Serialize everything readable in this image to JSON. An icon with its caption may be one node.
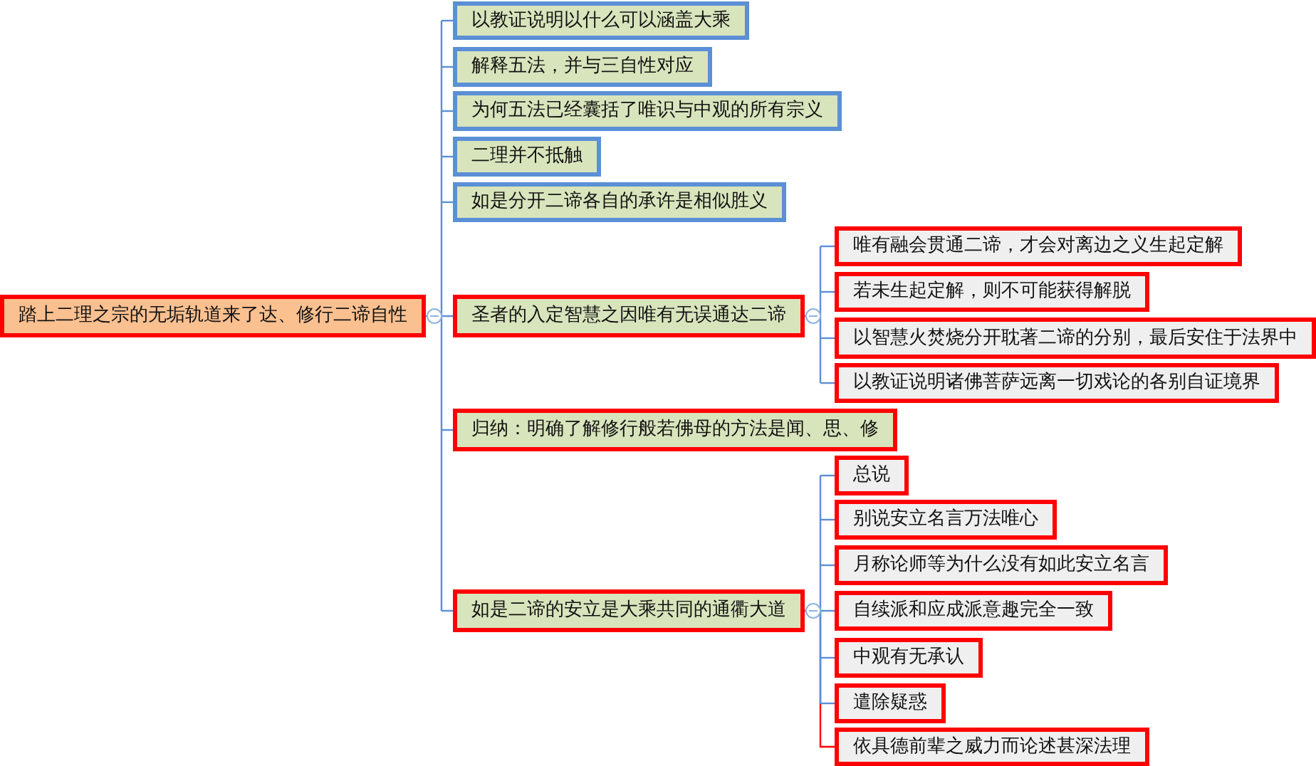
{
  "diagram": {
    "nodes": [
      {
        "text": [
          "踏上二理之宗的无垢轨道来了达、修行二谛自性"
        ]
      },
      {
        "text": [
          "以教证说明以什么可以涵盖大乘"
        ]
      },
      {
        "text": [
          "解释五法，并与三自性对应"
        ]
      },
      {
        "text": [
          "为何五法已经囊括了唯识与中观的所有宗义"
        ]
      },
      {
        "text": [
          "二理并不抵触"
        ]
      },
      {
        "text": [
          "如是分开二谛各自的承许是相似胜义"
        ]
      },
      {
        "text": [
          "圣者的入定智慧之因唯有无误通达二谛"
        ]
      },
      {
        "text": [
          "唯有融会贯通二谛，才会对离边之义生起定解"
        ]
      },
      {
        "text": [
          "若未生起定解，则不可能获得解脱"
        ]
      },
      {
        "text": [
          "以智慧火焚烧分开耽著二谛的分别，最后安住于法界中"
        ]
      },
      {
        "text": [
          "以教证说明诸佛菩萨远离一切戏论的各别自证境界"
        ]
      },
      {
        "text": [
          "归纳：明确了解修行般若佛母的方法是闻、思、修"
        ]
      },
      {
        "text": [
          "如是二谛的安立是大乘共同的通衢大道"
        ]
      },
      {
        "text": [
          "总说"
        ]
      },
      {
        "text": [
          "别说安立名言万法唯心"
        ]
      },
      {
        "text": [
          "月称论师等为什么没有如此安立名言"
        ]
      },
      {
        "text": [
          "自续派和应成派意趣完全一致"
        ]
      },
      {
        "text": [
          "中观有无承认"
        ]
      },
      {
        "text": [
          "遣除疑惑"
        ]
      },
      {
        "text": [
          "依具德前辈之威力而论述甚深法理"
        ]
      }
    ],
    "edges": [
      {
        "from": 0,
        "to": 1,
        "arrow": "none"
      },
      {
        "from": 0,
        "to": 2,
        "arrow": "none"
      },
      {
        "from": 0,
        "to": 3,
        "arrow": "none"
      },
      {
        "from": 0,
        "to": 4,
        "arrow": "none"
      },
      {
        "from": 0,
        "to": 5,
        "arrow": "none"
      },
      {
        "from": 0,
        "to": 6,
        "arrow": "none"
      },
      {
        "from": 6,
        "to": 7,
        "arrow": "none"
      },
      {
        "from": 6,
        "to": 8,
        "arrow": "none"
      },
      {
        "from": 6,
        "to": 9,
        "arrow": "none"
      },
      {
        "from": 6,
        "to": 10,
        "arrow": "none"
      },
      {
        "from": 0,
        "to": 11,
        "arrow": "none"
      },
      {
        "from": 0,
        "to": 12,
        "arrow": "none"
      },
      {
        "from": 12,
        "to": 13,
        "arrow": "none"
      },
      {
        "from": 12,
        "to": 14,
        "arrow": "none"
      },
      {
        "from": 12,
        "to": 15,
        "arrow": "none"
      },
      {
        "from": 12,
        "to": 16,
        "arrow": "none"
      },
      {
        "from": 12,
        "to": 17,
        "arrow": "none"
      },
      {
        "from": 12,
        "to": 18,
        "arrow": "none"
      },
      {
        "from": 12,
        "to": 19,
        "arrow": "none",
        "color": "#ff0000"
      }
    ]
  }
}
